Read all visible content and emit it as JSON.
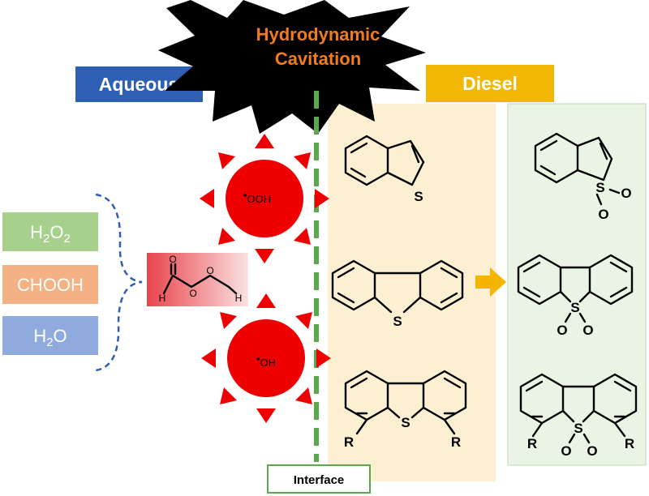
{
  "title": {
    "line1": "Hydrodynamic",
    "line2": "Cavitation"
  },
  "phases": {
    "aqueous": "Aqueous",
    "diesel": "Diesel",
    "interface": "Interface"
  },
  "reagents": {
    "h2o2": {
      "main": "H",
      "sub": "2",
      "main2": "O",
      "sub2": "2"
    },
    "formic_acid": "CHOOH",
    "water": {
      "main": "H",
      "sub": "2",
      "main2": "O"
    }
  },
  "peracid_atoms": {
    "o": "O",
    "h": "H"
  },
  "radicals": {
    "hydroperoxyl": {
      "dot": "•",
      "text": "OOH"
    },
    "hydroxyl": {
      "dot": "•",
      "text": "OH"
    }
  },
  "atoms": {
    "s": "S",
    "o": "O",
    "r": "R"
  },
  "colors": {
    "aqueous_box": "#2f5fb3",
    "diesel_box": "#f2b705",
    "diesel_panel": "#fdf0d2",
    "product_panel": "#eaf4e4",
    "interface_line": "#5aa94a",
    "radical_red": "#ee0000",
    "peracid_gradient_start": "#e8444b",
    "h2o2_box": "#a8d08d",
    "chooh_box": "#f4b183",
    "h2o_box": "#8faadc",
    "title_text": "#f07c1c",
    "arrow": "#f4b400",
    "brace": "#2f5fb3"
  },
  "icons": [
    "cavitation-burst-icon",
    "reaction-arrow-icon",
    "brace-icon"
  ]
}
